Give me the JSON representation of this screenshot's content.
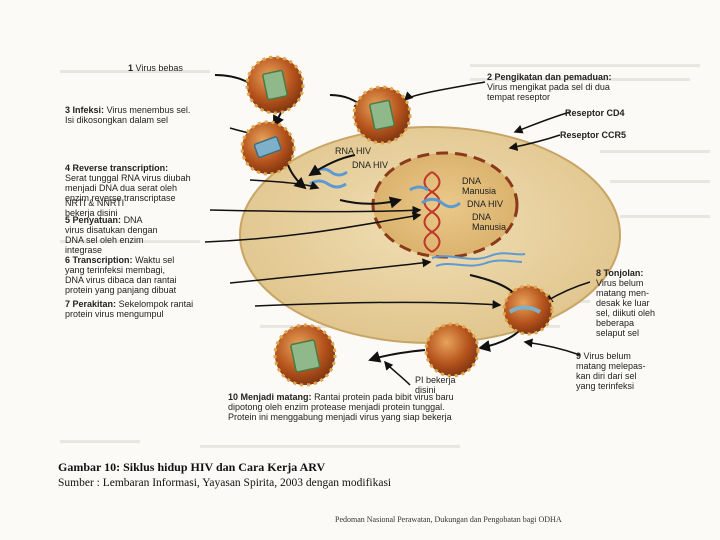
{
  "steps": {
    "s1": {
      "num": "1",
      "title": "Virus bebas"
    },
    "s2": {
      "num": "2",
      "title": "Pengikatan dan pemaduan:",
      "l1": "Virus mengikat pada sel di dua",
      "l2": "tempat reseptor"
    },
    "s3": {
      "num": "3",
      "title": "Infeksi:",
      "l1": "Virus menembus sel.",
      "l2": "Isi dikosongkan dalam sel"
    },
    "s4": {
      "num": "4",
      "title": "Reverse transcription:",
      "l1": "Serat tunggal RNA virus diubah",
      "l2": "menjadi DNA dua serat oleh",
      "l3": "enzim reverse transcriptase"
    },
    "nrti": {
      "l1": "NRTI & NNRTI",
      "l2": "bekerja disini"
    },
    "s5": {
      "num": "5",
      "title": "Penyatuan:",
      "l1": "DNA",
      "l2": "virus disatukan dengan",
      "l3": "DNA sel oleh enzim",
      "l4": "integrase"
    },
    "s6": {
      "num": "6",
      "title": "Transcription:",
      "l1": "Waktu sel",
      "l2": "yang terinfeksi membagi,",
      "l3": "DNA virus dibaca dan rantai",
      "l4": "protein yang panjang dibuat"
    },
    "s7": {
      "num": "7",
      "title": "Perakitan:",
      "l1": "Sekelompok rantai",
      "l2": "protein virus mengumpul"
    },
    "s8": {
      "num": "8",
      "title": "Tonjolan:",
      "l1": "Virus belum",
      "l2": "matang men-",
      "l3": "desak ke luar",
      "l4": "sel, diikuti oleh",
      "l5": "beberapa",
      "l6": "selaput sel"
    },
    "s9": {
      "num": "9",
      "title": "Virus belum",
      "l1": "matang melepas-",
      "l2": "kan diri dari sel",
      "l3": "yang terinfeksi"
    },
    "pi": {
      "l1": "PI bekerja",
      "l2": "disini"
    },
    "s10": {
      "num": "10",
      "title": "Menjadi matang:",
      "l1": "Rantai protein pada bibit virus baru",
      "l2": "dipotong oleh enzim protease menjadi protein tunggal.",
      "l3": "Protein ini menggabung menjadi virus yang siap bekerja"
    }
  },
  "labels": {
    "receptor_cd4": "Reseptor CD4",
    "receptor_ccr5": "Reseptor CCR5",
    "rna_hiv": "RNA HIV",
    "dna_hiv_top": "DNA HIV",
    "dna_manusia_1a": "DNA",
    "dna_manusia_1b": "Manusia",
    "dna_hiv_nucleus": "DNA HIV",
    "dna_manusia_2a": "DNA",
    "dna_manusia_2b": "Manusia"
  },
  "caption": {
    "title": "Gambar 10: Siklus hidup HIV dan Cara Kerja ARV",
    "source": "Sumber : Lembaran Informasi, Yayasan Spirita, 2003 dengan modifikasi"
  },
  "footer": "Pedoman Nasional Perawatan, Dukungan dan Pengobatan bagi ODHA",
  "colors": {
    "cell": "#ead6a6",
    "cell_edge": "#c9a565",
    "nucleus": "#e2bf7e",
    "virus_core": "#b5531c",
    "virus_ring": "#e2a64c",
    "dna_helix": "#c0392b",
    "rna_blue": "#5b9bd5",
    "arrow": "#111111"
  }
}
